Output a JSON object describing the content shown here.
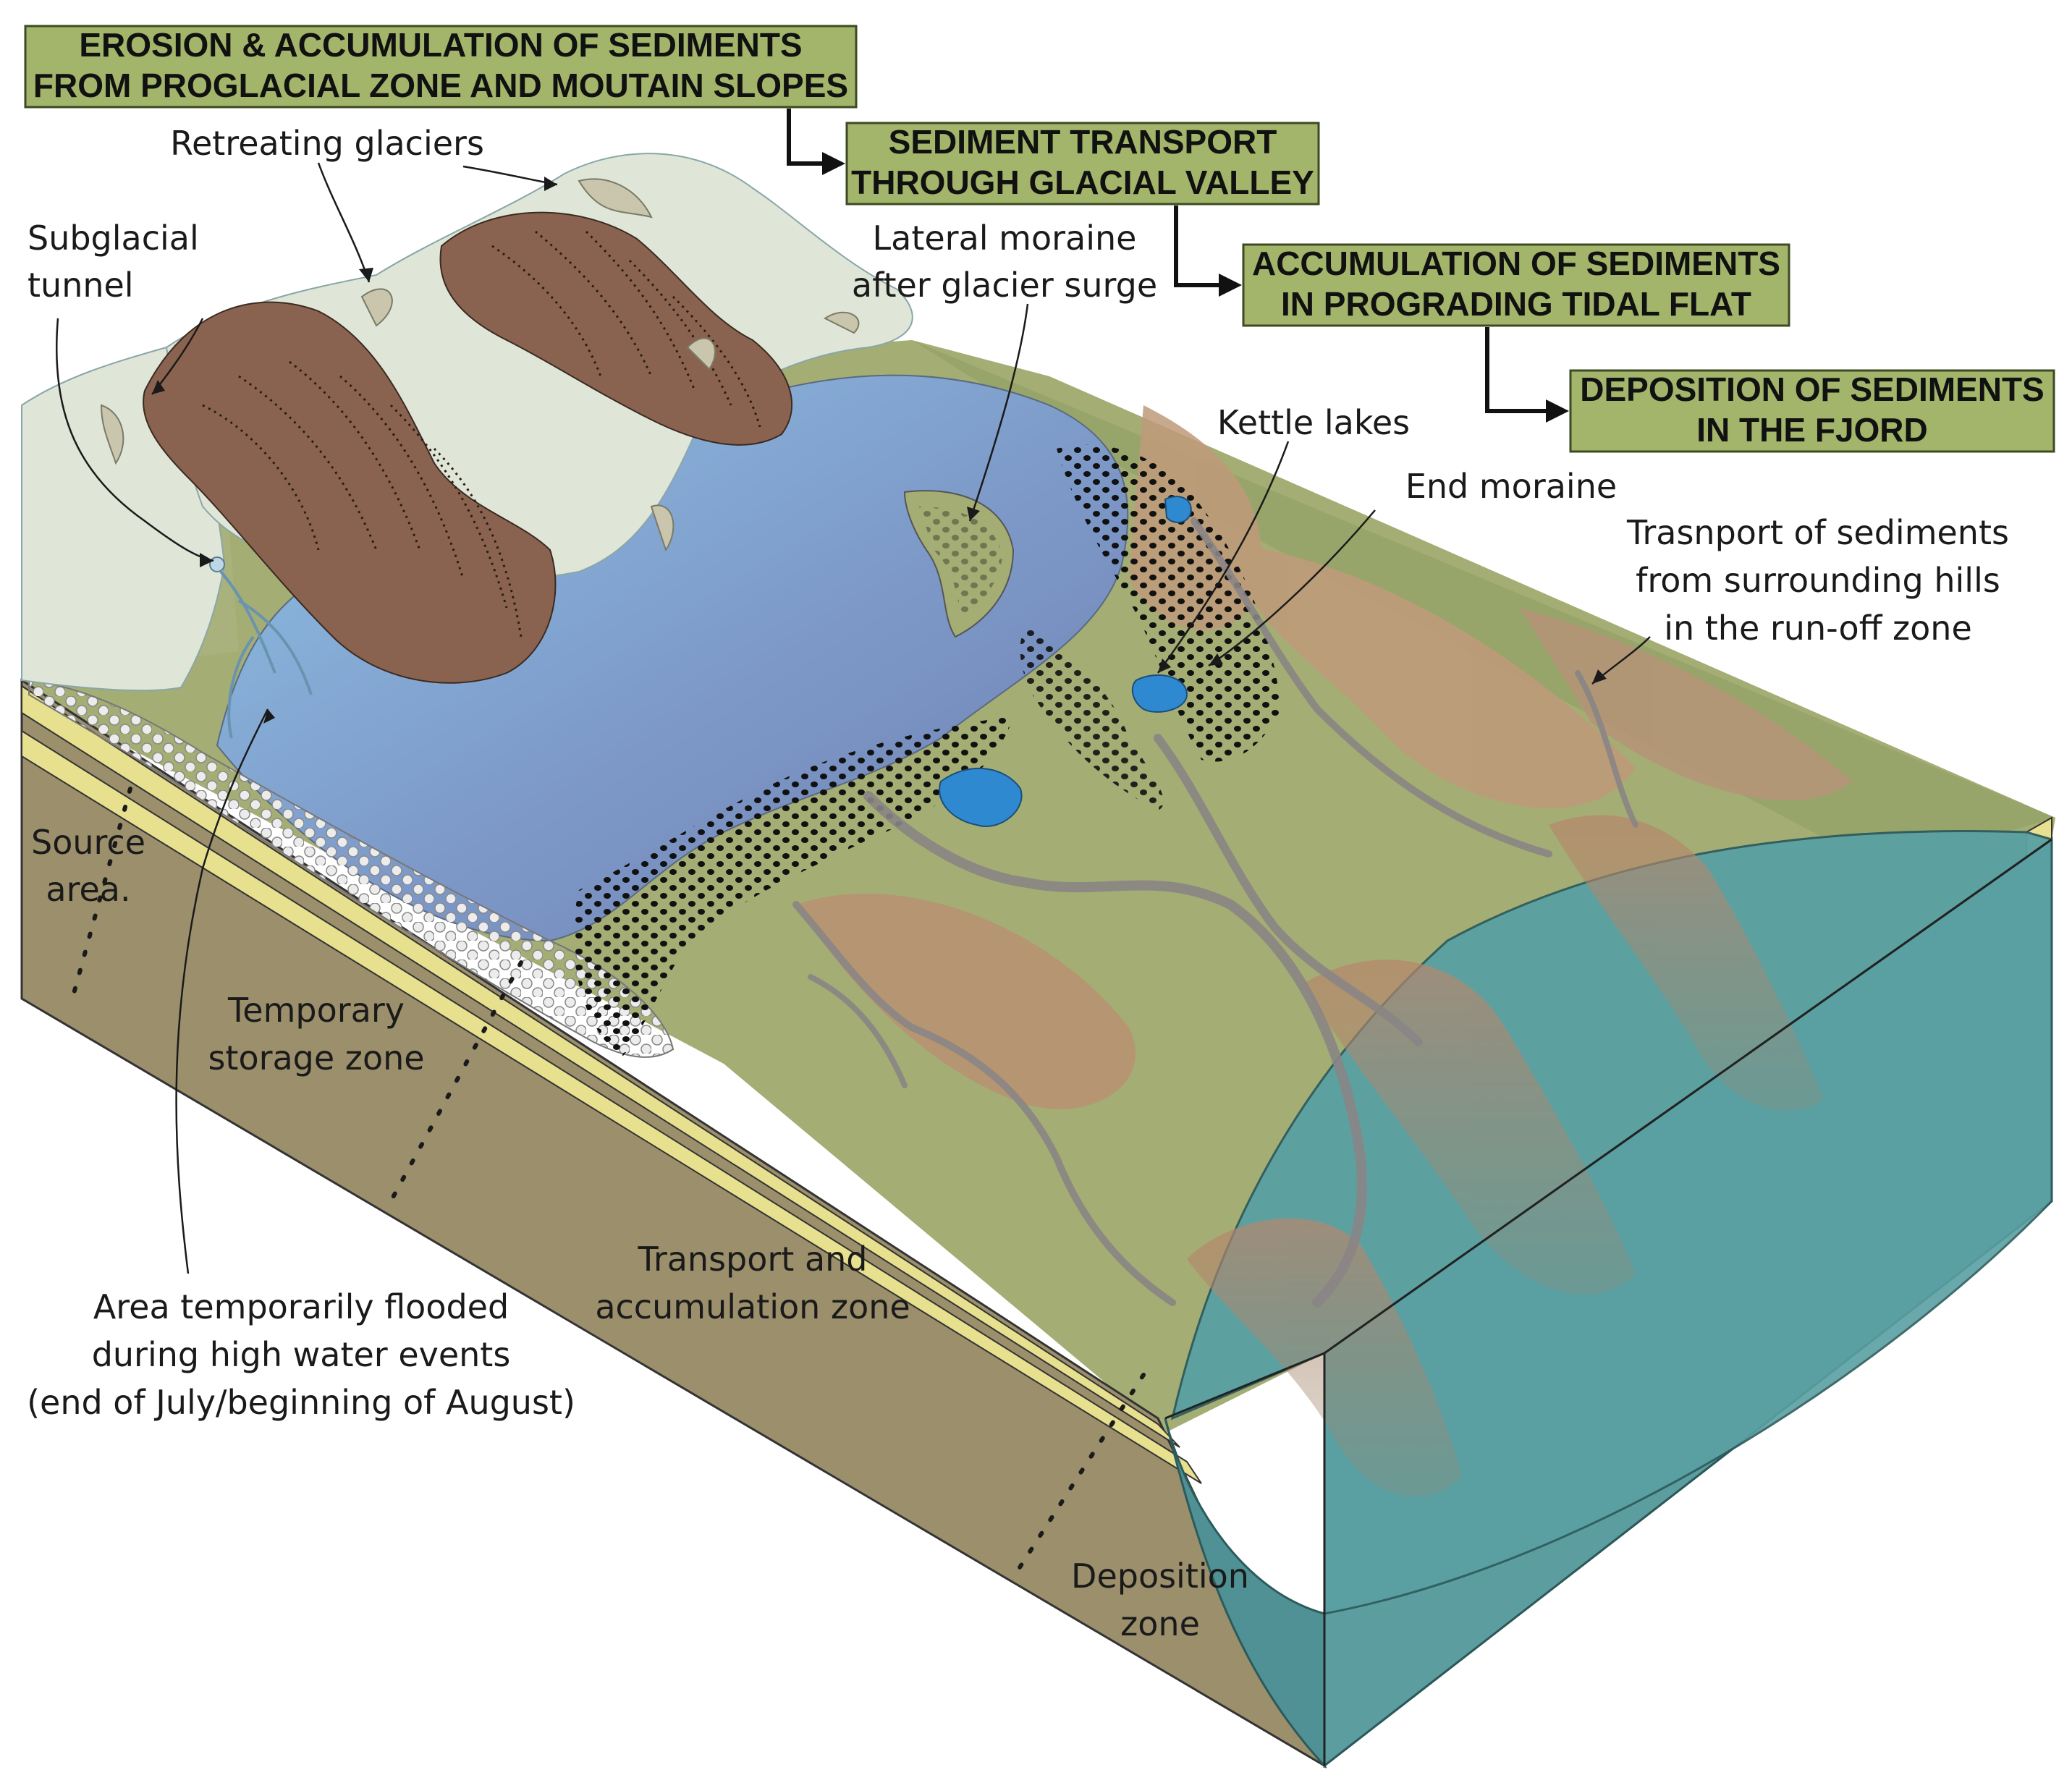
{
  "process_stages": [
    {
      "line1": "EROSION & ACCUMULATION OF SEDIMENTS",
      "line2": "FROM PROGLACIAL ZONE AND MOUTAIN SLOPES"
    },
    {
      "line1": "SEDIMENT TRANSPORT",
      "line2": "THROUGH GLACIAL VALLEY"
    },
    {
      "line1": "ACCUMULATION OF SEDIMENTS",
      "line2": "IN PROGRADING TIDAL FLAT"
    },
    {
      "line1": "DEPOSITION OF SEDIMENTS",
      "line2": "IN THE FJORD"
    }
  ],
  "labels": {
    "retreating_glaciers": "Retreating glaciers",
    "subglacial_tunnel": [
      "Subglacial",
      "tunnel"
    ],
    "lateral_moraine": [
      "Lateral moraine",
      "after glacier surge"
    ],
    "kettle_lakes": "Kettle lakes",
    "end_moraine": "End moraine",
    "transport_hills": [
      "Trasnport of sediments",
      "from surrounding hills",
      "in the run-off zone"
    ],
    "area_flooded": [
      "Area temporarily flooded",
      "during high water events",
      "(end of July/beginning of August)"
    ]
  },
  "zones": {
    "source": [
      "Source",
      "area."
    ],
    "temporary": [
      "Temporary",
      "storage zone"
    ],
    "transport": [
      "Transport and",
      "accumulation zone"
    ],
    "deposition": [
      "Deposition",
      "zone"
    ]
  },
  "colors": {
    "stage_box": "#a3b56a",
    "block_side": "#9b8f6c",
    "sand_layer": "#e7e08e",
    "plain": "#9eab72",
    "fan": "#b58c72",
    "lake": "#7f98c6",
    "fjord": "#5aa0a3",
    "glacier": "#8a6350",
    "ice": "#dfe6d8",
    "kettle": "#2f89d1"
  }
}
